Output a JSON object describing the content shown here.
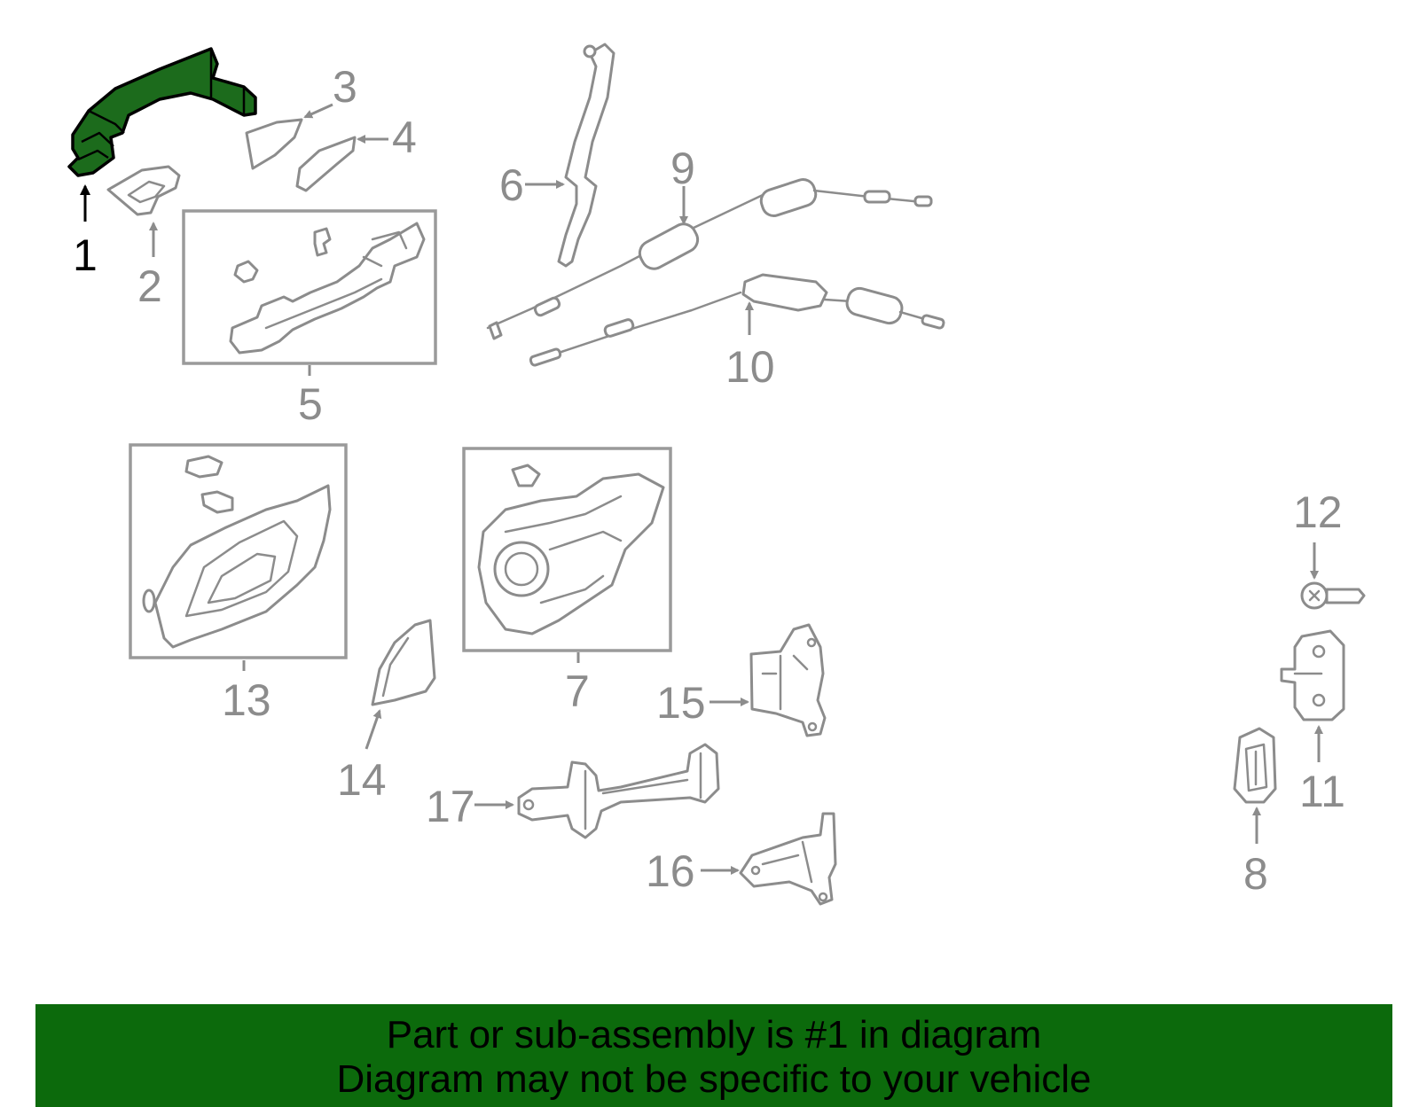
{
  "diagram": {
    "highlight_color": "#1c6b1c",
    "highlighted_callout": "1",
    "callouts": [
      "1",
      "2",
      "3",
      "4",
      "5",
      "6",
      "7",
      "8",
      "9",
      "10",
      "11",
      "12",
      "13",
      "14",
      "15",
      "16",
      "17"
    ]
  },
  "banner": {
    "background_color": "#0c6a0c",
    "line1": "Part or sub-assembly is #1 in diagram",
    "line2": "Diagram may not be specific to your vehicle"
  }
}
